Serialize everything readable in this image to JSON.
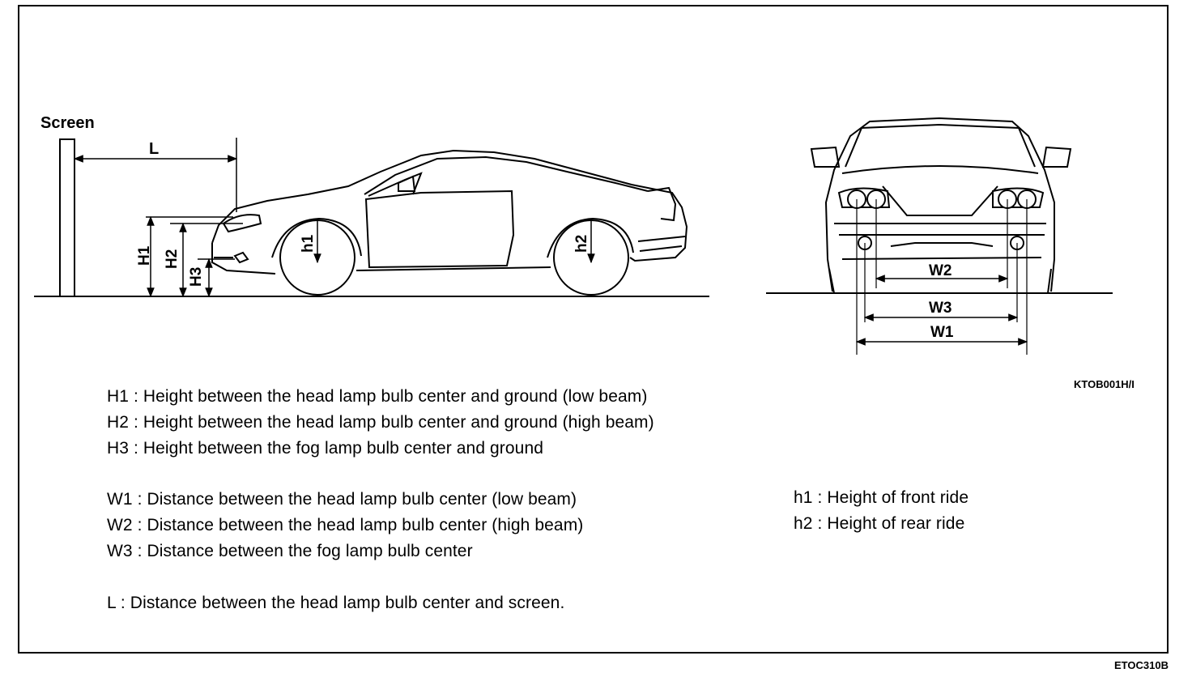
{
  "side_view": {
    "screen_label": "Screen",
    "dim_L": "L",
    "dim_H1": "H1",
    "dim_H2": "H2",
    "dim_H3": "H3",
    "dim_h1": "h1",
    "dim_h2": "h2"
  },
  "front_view": {
    "dim_W1": "W1",
    "dim_W2": "W2",
    "dim_W3": "W3"
  },
  "figure_code_inner": "KTOB001H/I",
  "figure_code_outer": "ETOC310B",
  "legend": {
    "H1": "H1 : Height between the head lamp bulb center and ground (low beam)",
    "H2": "H2 : Height between the head lamp bulb center and ground (high beam)",
    "H3": "H3 : Height between the fog lamp bulb center and ground",
    "W1": "W1 : Distance between the head lamp bulb center (low beam)",
    "W2": "W2 : Distance between the head lamp bulb center (high beam)",
    "W3": "W3 : Distance between the fog lamp bulb center",
    "L": "L : Distance between the head lamp bulb center and screen.",
    "h1": "h1 : Height of front ride",
    "h2": "h2 : Height of rear ride"
  }
}
